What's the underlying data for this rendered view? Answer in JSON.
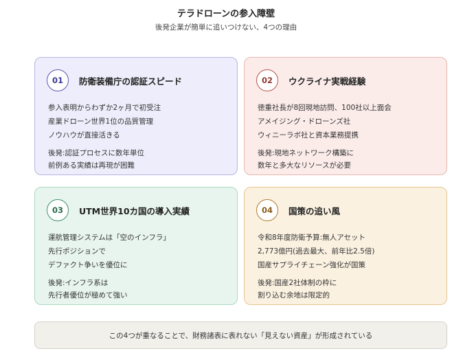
{
  "title": "テラドローンの参入障壁",
  "subtitle": "後発企業が簡単に追いつけない、4つの理由",
  "cards": [
    {
      "number": "01",
      "title": "防衛装備庁の認証スピード",
      "lines": [
        "参入表明からわずか2ヶ月で初受注",
        "産業ドローン世界1位の品質管理",
        "ノウハウが直接活きる"
      ],
      "note": [
        "後発:認証プロセスに数年単位",
        "前例ある実績は再現が困難"
      ]
    },
    {
      "number": "02",
      "title": "ウクライナ実戦経験",
      "lines": [
        "徳重社長が8回現地訪問、100社以上面会",
        "アメイジング・ドローンズ社",
        "ウィニーラボ社と資本業務提携"
      ],
      "note": [
        "後発:現地ネットワーク構築に",
        "数年と多大なリソースが必要"
      ]
    },
    {
      "number": "03",
      "title": "UTM世界10カ国の導入実績",
      "lines": [
        "運航管理システムは「空のインフラ」",
        "先行ポジションで",
        "デファクト争いを優位に"
      ],
      "note": [
        "後発:インフラ系は",
        "先行者優位が極めて強い"
      ]
    },
    {
      "number": "04",
      "title": "国策の追い風",
      "lines": [
        "令和8年度防衛予算:無人アセット",
        "2,773億円(過去最大、前年比2.5倍)",
        "国産サプライチェーン強化が国策"
      ],
      "note": [
        "後発:国産2社体制の枠に",
        "割り込む余地は限定的"
      ]
    }
  ],
  "footer": "この4つが重なることで、財務諸表に表れない「見えない資産」が形成されている"
}
